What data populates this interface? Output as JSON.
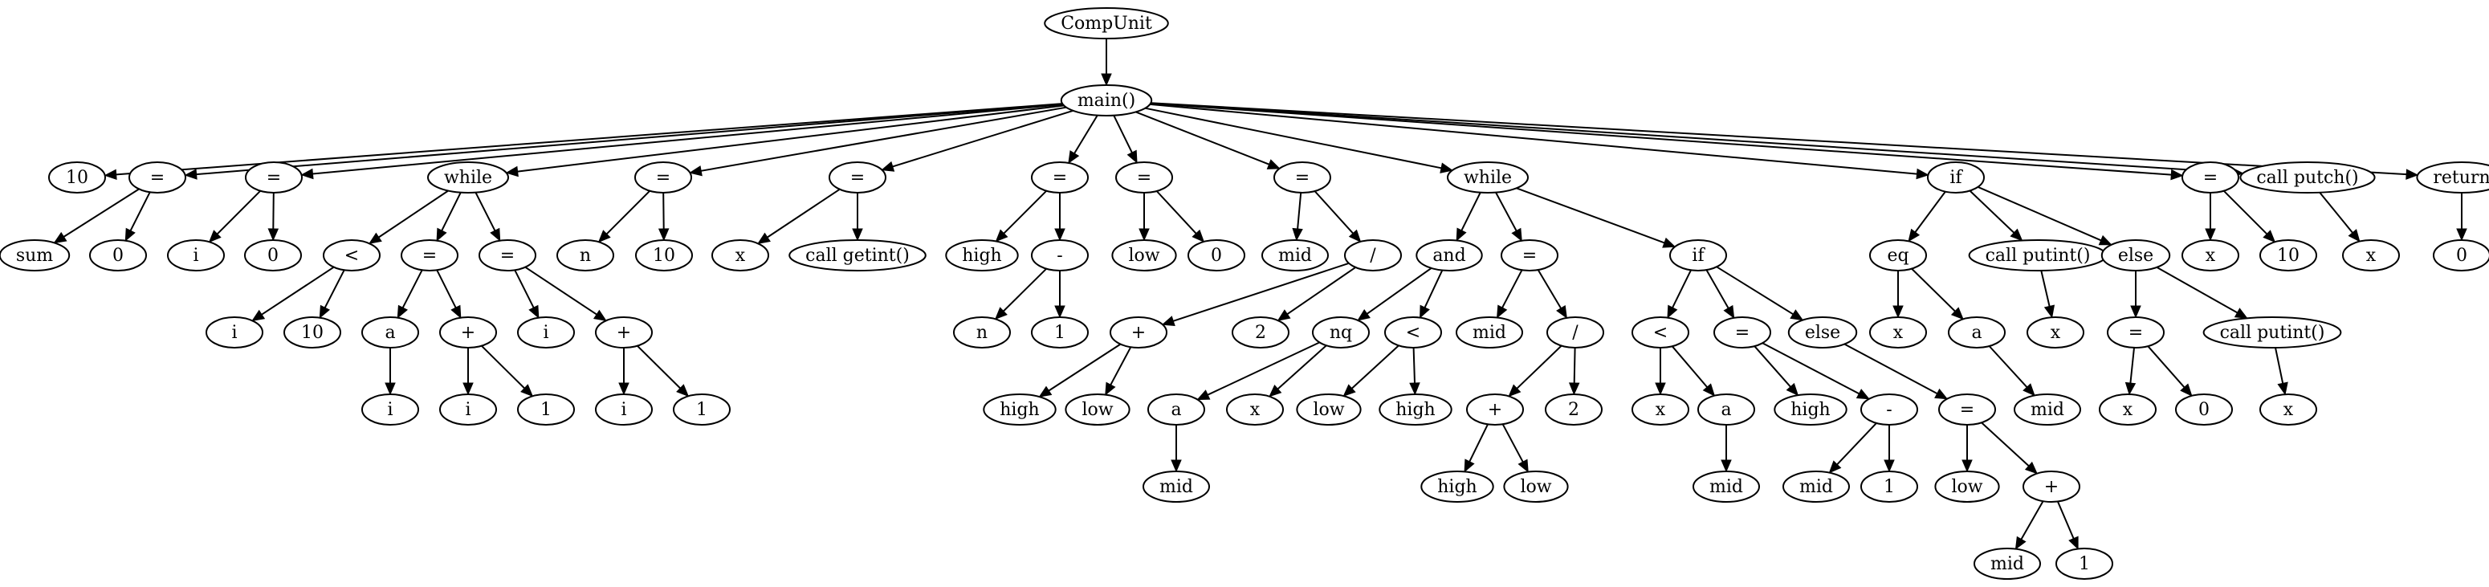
{
  "nodes": [
    {
      "id": "n0",
      "label": "CompUnit"
    },
    {
      "id": "n1",
      "label": "main()"
    },
    {
      "id": "n2",
      "label": "10"
    },
    {
      "id": "n3",
      "label": "="
    },
    {
      "id": "n4",
      "label": "sum"
    },
    {
      "id": "n5",
      "label": "0"
    },
    {
      "id": "n6",
      "label": "="
    },
    {
      "id": "n7",
      "label": "i"
    },
    {
      "id": "n8",
      "label": "0"
    },
    {
      "id": "n9",
      "label": "while"
    },
    {
      "id": "n10",
      "label": "<"
    },
    {
      "id": "n11",
      "label": "i"
    },
    {
      "id": "n12",
      "label": "10"
    },
    {
      "id": "n13",
      "label": "="
    },
    {
      "id": "n14",
      "label": "a"
    },
    {
      "id": "n15",
      "label": "i"
    },
    {
      "id": "n16",
      "label": "+"
    },
    {
      "id": "n17",
      "label": "i"
    },
    {
      "id": "n18",
      "label": "1"
    },
    {
      "id": "n19",
      "label": "="
    },
    {
      "id": "n20",
      "label": "i"
    },
    {
      "id": "n21",
      "label": "+"
    },
    {
      "id": "n22",
      "label": "i"
    },
    {
      "id": "n23",
      "label": "1"
    },
    {
      "id": "n24",
      "label": "="
    },
    {
      "id": "n25",
      "label": "n"
    },
    {
      "id": "n26",
      "label": "10"
    },
    {
      "id": "n27",
      "label": "="
    },
    {
      "id": "n28",
      "label": "x"
    },
    {
      "id": "n29",
      "label": "call getint()"
    },
    {
      "id": "n30",
      "label": "="
    },
    {
      "id": "n31",
      "label": "high"
    },
    {
      "id": "n32",
      "label": "-"
    },
    {
      "id": "n33",
      "label": "n"
    },
    {
      "id": "n34",
      "label": "1"
    },
    {
      "id": "n35",
      "label": "="
    },
    {
      "id": "n36",
      "label": "low"
    },
    {
      "id": "n37",
      "label": "0"
    },
    {
      "id": "n38",
      "label": "="
    },
    {
      "id": "n39",
      "label": "mid"
    },
    {
      "id": "n40",
      "label": "/"
    },
    {
      "id": "n41",
      "label": "+"
    },
    {
      "id": "n42",
      "label": "high"
    },
    {
      "id": "n43",
      "label": "low"
    },
    {
      "id": "n44",
      "label": "2"
    },
    {
      "id": "n45",
      "label": "while"
    },
    {
      "id": "n46",
      "label": "and"
    },
    {
      "id": "n47",
      "label": "nq"
    },
    {
      "id": "n48",
      "label": "a"
    },
    {
      "id": "n49",
      "label": "mid"
    },
    {
      "id": "n50",
      "label": "x"
    },
    {
      "id": "n51",
      "label": "<"
    },
    {
      "id": "n52",
      "label": "low"
    },
    {
      "id": "n53",
      "label": "high"
    },
    {
      "id": "n54",
      "label": "="
    },
    {
      "id": "n55",
      "label": "mid"
    },
    {
      "id": "n56",
      "label": "/"
    },
    {
      "id": "n57",
      "label": "+"
    },
    {
      "id": "n58",
      "label": "high"
    },
    {
      "id": "n59",
      "label": "low"
    },
    {
      "id": "n60",
      "label": "2"
    },
    {
      "id": "n61",
      "label": "if"
    },
    {
      "id": "n62",
      "label": "<"
    },
    {
      "id": "n63",
      "label": "x"
    },
    {
      "id": "n64",
      "label": "a"
    },
    {
      "id": "n65",
      "label": "mid"
    },
    {
      "id": "n66",
      "label": "="
    },
    {
      "id": "n67",
      "label": "high"
    },
    {
      "id": "n68",
      "label": "-"
    },
    {
      "id": "n69",
      "label": "mid"
    },
    {
      "id": "n70",
      "label": "1"
    },
    {
      "id": "n71",
      "label": "else"
    },
    {
      "id": "n72",
      "label": "="
    },
    {
      "id": "n73",
      "label": "low"
    },
    {
      "id": "n74",
      "label": "+"
    },
    {
      "id": "n75",
      "label": "mid"
    },
    {
      "id": "n76",
      "label": "1"
    },
    {
      "id": "n77",
      "label": "if"
    },
    {
      "id": "n78",
      "label": "eq"
    },
    {
      "id": "n79",
      "label": "x"
    },
    {
      "id": "n80",
      "label": "a"
    },
    {
      "id": "n81",
      "label": "mid"
    },
    {
      "id": "n82",
      "label": "call putint()"
    },
    {
      "id": "n83",
      "label": "x"
    },
    {
      "id": "n84",
      "label": "else"
    },
    {
      "id": "n85",
      "label": "="
    },
    {
      "id": "n86",
      "label": "x"
    },
    {
      "id": "n87",
      "label": "0"
    },
    {
      "id": "n88",
      "label": "call putint()"
    },
    {
      "id": "n89",
      "label": "x"
    },
    {
      "id": "n90",
      "label": "="
    },
    {
      "id": "n91",
      "label": "x"
    },
    {
      "id": "n92",
      "label": "10"
    },
    {
      "id": "n93",
      "label": "call putch()"
    },
    {
      "id": "n94",
      "label": "x"
    },
    {
      "id": "n95",
      "label": "return"
    },
    {
      "id": "n96",
      "label": "0"
    }
  ],
  "edges": [
    [
      "n0",
      "n1"
    ],
    [
      "n1",
      "n2"
    ],
    [
      "n1",
      "n3"
    ],
    [
      "n1",
      "n6"
    ],
    [
      "n1",
      "n9"
    ],
    [
      "n1",
      "n24"
    ],
    [
      "n1",
      "n27"
    ],
    [
      "n1",
      "n30"
    ],
    [
      "n1",
      "n35"
    ],
    [
      "n1",
      "n38"
    ],
    [
      "n1",
      "n45"
    ],
    [
      "n1",
      "n77"
    ],
    [
      "n1",
      "n90"
    ],
    [
      "n1",
      "n93"
    ],
    [
      "n1",
      "n95"
    ],
    [
      "n3",
      "n4"
    ],
    [
      "n3",
      "n5"
    ],
    [
      "n6",
      "n7"
    ],
    [
      "n6",
      "n8"
    ],
    [
      "n9",
      "n10"
    ],
    [
      "n9",
      "n13"
    ],
    [
      "n9",
      "n19"
    ],
    [
      "n10",
      "n11"
    ],
    [
      "n10",
      "n12"
    ],
    [
      "n13",
      "n14"
    ],
    [
      "n13",
      "n16"
    ],
    [
      "n14",
      "n15"
    ],
    [
      "n16",
      "n17"
    ],
    [
      "n16",
      "n18"
    ],
    [
      "n19",
      "n20"
    ],
    [
      "n19",
      "n21"
    ],
    [
      "n21",
      "n22"
    ],
    [
      "n21",
      "n23"
    ],
    [
      "n24",
      "n25"
    ],
    [
      "n24",
      "n26"
    ],
    [
      "n27",
      "n28"
    ],
    [
      "n27",
      "n29"
    ],
    [
      "n30",
      "n31"
    ],
    [
      "n30",
      "n32"
    ],
    [
      "n32",
      "n33"
    ],
    [
      "n32",
      "n34"
    ],
    [
      "n35",
      "n36"
    ],
    [
      "n35",
      "n37"
    ],
    [
      "n38",
      "n39"
    ],
    [
      "n38",
      "n40"
    ],
    [
      "n40",
      "n41"
    ],
    [
      "n40",
      "n44"
    ],
    [
      "n41",
      "n42"
    ],
    [
      "n41",
      "n43"
    ],
    [
      "n45",
      "n46"
    ],
    [
      "n45",
      "n54"
    ],
    [
      "n45",
      "n61"
    ],
    [
      "n46",
      "n47"
    ],
    [
      "n46",
      "n51"
    ],
    [
      "n47",
      "n48"
    ],
    [
      "n47",
      "n50"
    ],
    [
      "n48",
      "n49"
    ],
    [
      "n51",
      "n52"
    ],
    [
      "n51",
      "n53"
    ],
    [
      "n54",
      "n55"
    ],
    [
      "n54",
      "n56"
    ],
    [
      "n56",
      "n57"
    ],
    [
      "n56",
      "n60"
    ],
    [
      "n57",
      "n58"
    ],
    [
      "n57",
      "n59"
    ],
    [
      "n61",
      "n62"
    ],
    [
      "n61",
      "n66"
    ],
    [
      "n61",
      "n71"
    ],
    [
      "n62",
      "n63"
    ],
    [
      "n62",
      "n64"
    ],
    [
      "n64",
      "n65"
    ],
    [
      "n66",
      "n67"
    ],
    [
      "n66",
      "n68"
    ],
    [
      "n68",
      "n69"
    ],
    [
      "n68",
      "n70"
    ],
    [
      "n71",
      "n72"
    ],
    [
      "n72",
      "n73"
    ],
    [
      "n72",
      "n74"
    ],
    [
      "n74",
      "n75"
    ],
    [
      "n74",
      "n76"
    ],
    [
      "n77",
      "n78"
    ],
    [
      "n77",
      "n82"
    ],
    [
      "n77",
      "n84"
    ],
    [
      "n78",
      "n79"
    ],
    [
      "n78",
      "n80"
    ],
    [
      "n80",
      "n81"
    ],
    [
      "n82",
      "n83"
    ],
    [
      "n84",
      "n85"
    ],
    [
      "n84",
      "n88"
    ],
    [
      "n85",
      "n86"
    ],
    [
      "n85",
      "n87"
    ],
    [
      "n88",
      "n89"
    ],
    [
      "n90",
      "n91"
    ],
    [
      "n90",
      "n92"
    ],
    [
      "n93",
      "n94"
    ],
    [
      "n95",
      "n96"
    ]
  ]
}
